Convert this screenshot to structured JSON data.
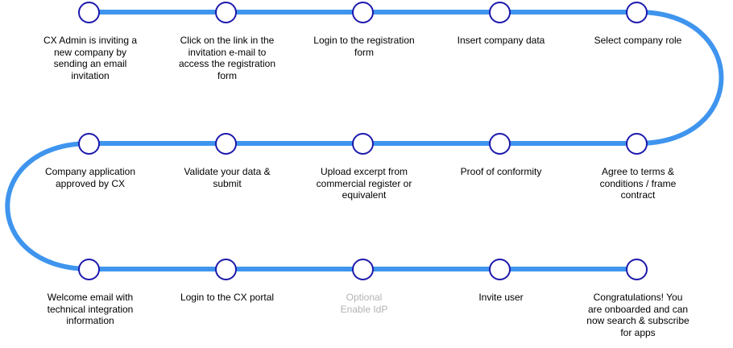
{
  "diagram": {
    "line_color": "#3f95ee",
    "node_border_color": "#1c19ac",
    "steps": [
      {
        "label": "CX Admin is inviting a new company by sending an email invitation"
      },
      {
        "label": "Click on the link in the invitation e-mail to access the registration form"
      },
      {
        "label": "Login to the registration form"
      },
      {
        "label": "Insert company data"
      },
      {
        "label": "Select company role"
      },
      {
        "label": "Agree to terms & conditions / frame contract"
      },
      {
        "label": "Proof of conformity"
      },
      {
        "label": "Upload excerpt from commercial register or equivalent"
      },
      {
        "label": "Validate your data & submit"
      },
      {
        "label": "Company application approved by CX"
      },
      {
        "label": "Welcome email with technical integration information"
      },
      {
        "label": "Login to the CX portal"
      },
      {
        "optional_tag": "Optional",
        "label": "Enable IdP"
      },
      {
        "label": "Invite user"
      },
      {
        "label": "Congratulations! You are onboarded and can now search & subscribe for apps"
      }
    ]
  }
}
